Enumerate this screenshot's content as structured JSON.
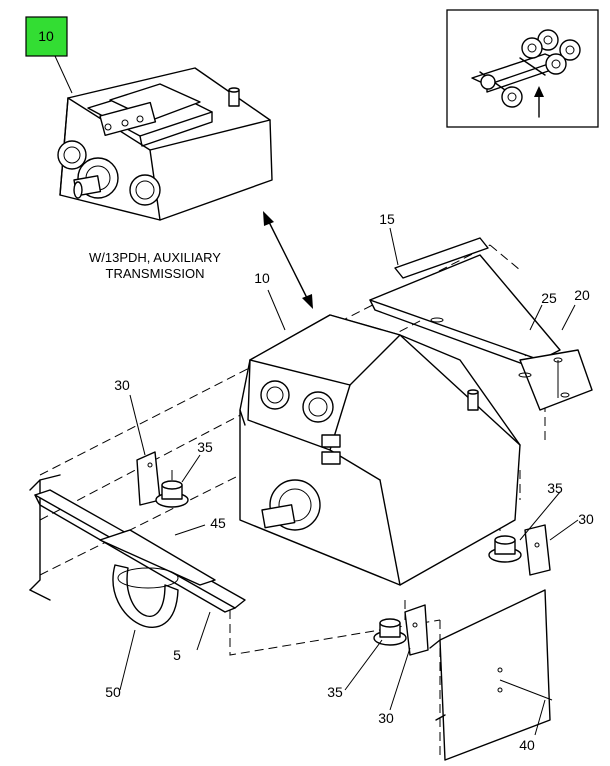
{
  "caption": {
    "line1": "W/13PDH, AUXILIARY",
    "line2": "TRANSMISSION"
  },
  "callouts": {
    "highlight": "10",
    "c10": "10",
    "c15": "15",
    "c20": "20",
    "c25": "25",
    "c30_left": "30",
    "c30_right": "30",
    "c30_bottom": "30",
    "c35_left": "35",
    "c35_right": "35",
    "c35_bottom": "35",
    "c40": "40",
    "c45": "45",
    "c5": "5",
    "c50": "50"
  },
  "colors": {
    "highlight_fill": "#33dd33",
    "line": "#000000"
  },
  "icons": {
    "locator": "vehicle-locator-icon",
    "arrow": "double-arrow-icon"
  }
}
